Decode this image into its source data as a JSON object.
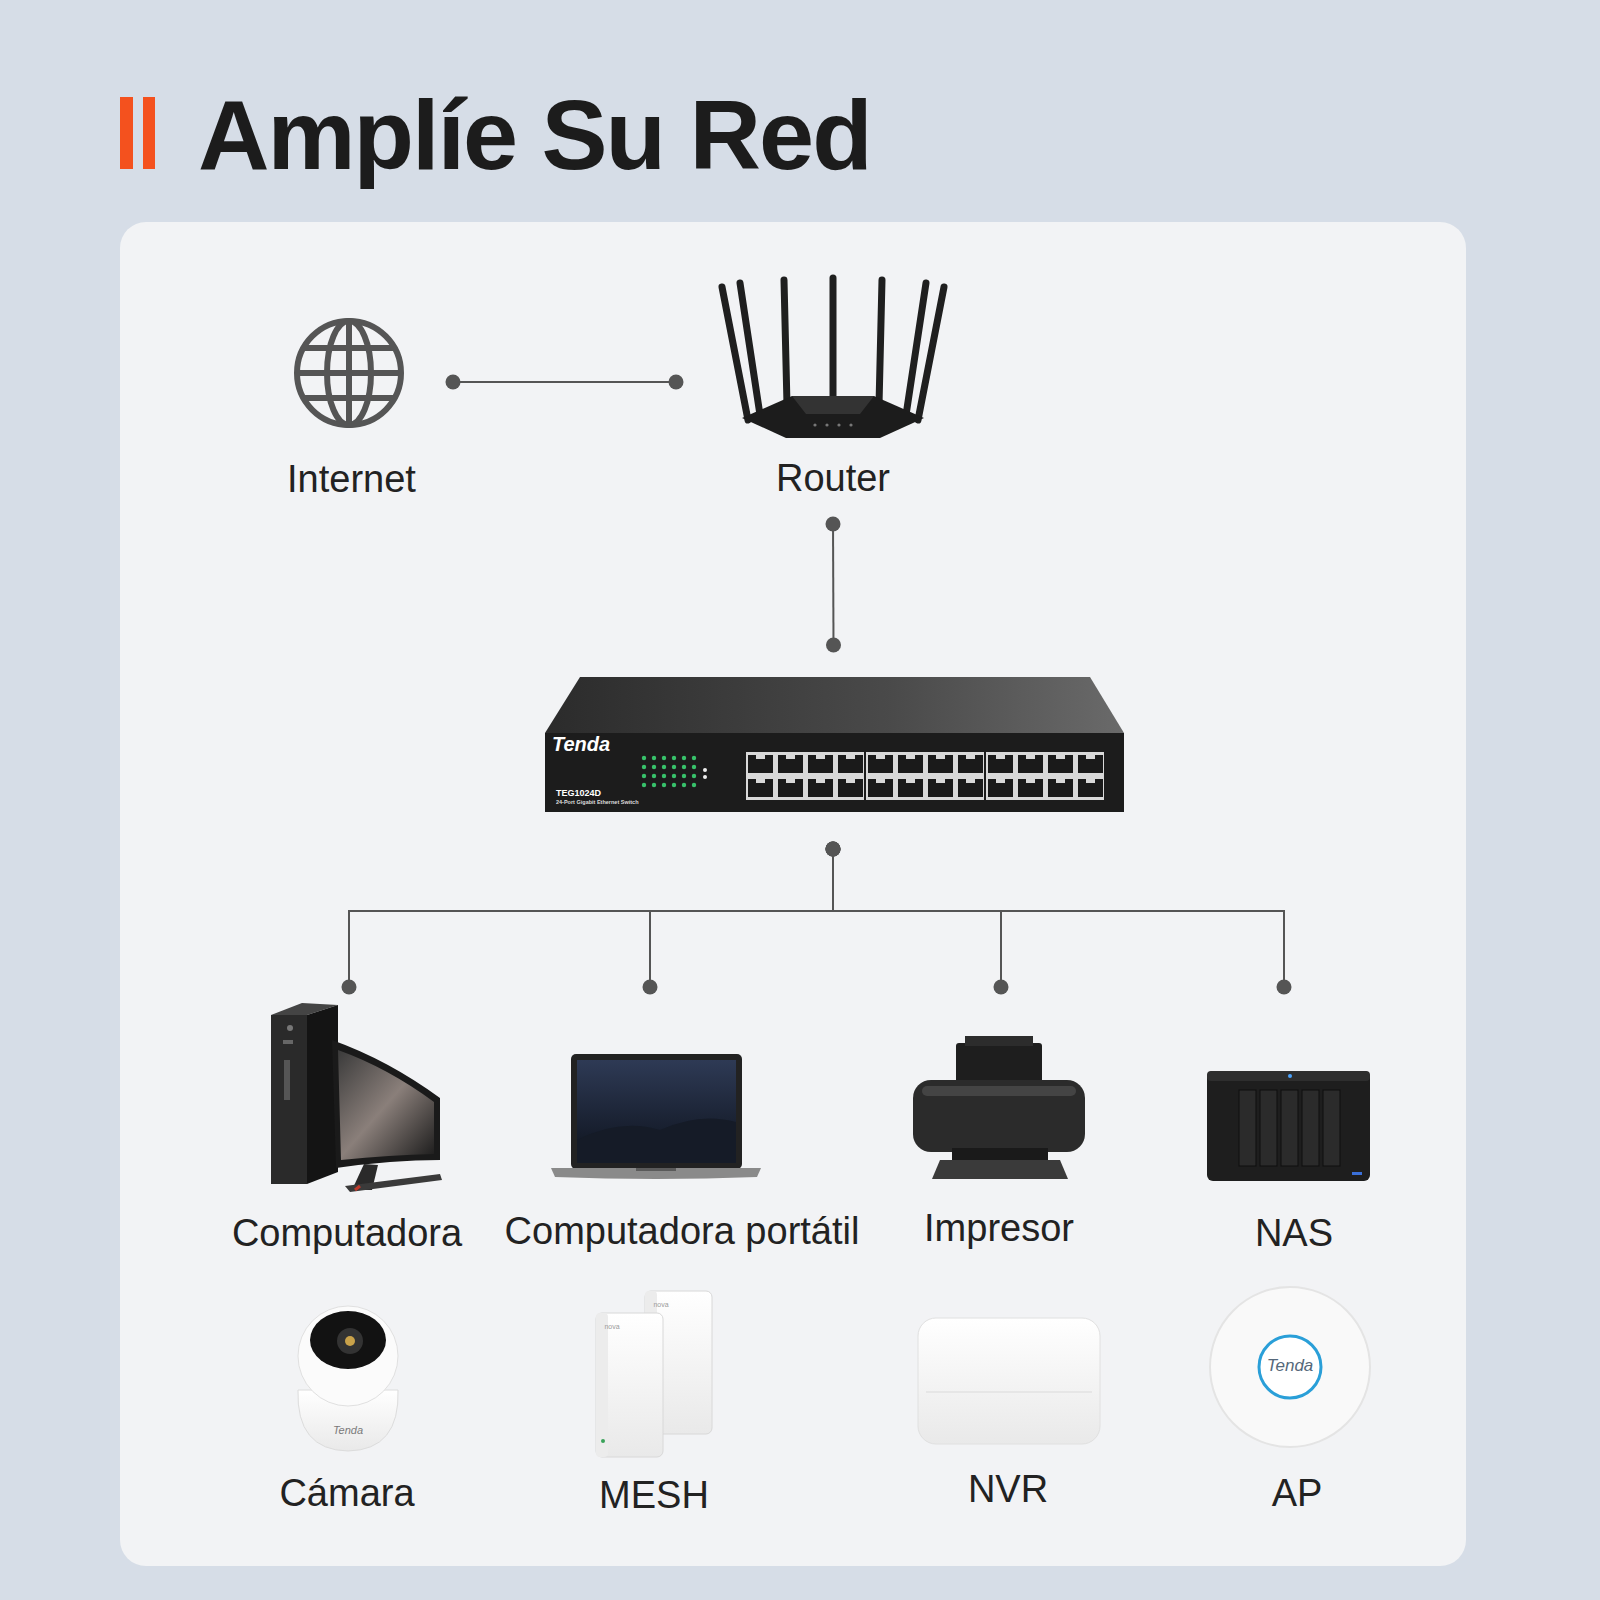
{
  "diagram": {
    "title": "Amplíe Su Red",
    "nodes": [
      {
        "text": [
          "Internet"
        ]
      },
      {
        "text": [
          "Router"
        ]
      },
      {
        "text": [
          "Tenda",
          "TEG1024D",
          "24-Port Gigabit Ethernet Switch"
        ]
      },
      {
        "text": [
          "Computadora"
        ]
      },
      {
        "text": [
          "Computadora portátil"
        ]
      },
      {
        "text": [
          "Impresor"
        ]
      },
      {
        "text": [
          "NAS"
        ]
      },
      {
        "text": [
          "Cámara"
        ]
      },
      {
        "text": [
          "MESH"
        ]
      },
      {
        "text": [
          "NVR"
        ]
      },
      {
        "text": [
          "AP"
        ]
      }
    ],
    "edges": [
      {
        "from": 0,
        "to": 1,
        "arrow": "none"
      },
      {
        "from": 1,
        "to": 2,
        "arrow": "none"
      },
      {
        "from": 2,
        "to": 3,
        "arrow": "none"
      },
      {
        "from": 2,
        "to": 4,
        "arrow": "none"
      },
      {
        "from": 2,
        "to": 5,
        "arrow": "none"
      },
      {
        "from": 2,
        "to": 6,
        "arrow": "none"
      }
    ],
    "labels": [
      "Tenda",
      "nova",
      "nova",
      "Tenda"
    ]
  }
}
